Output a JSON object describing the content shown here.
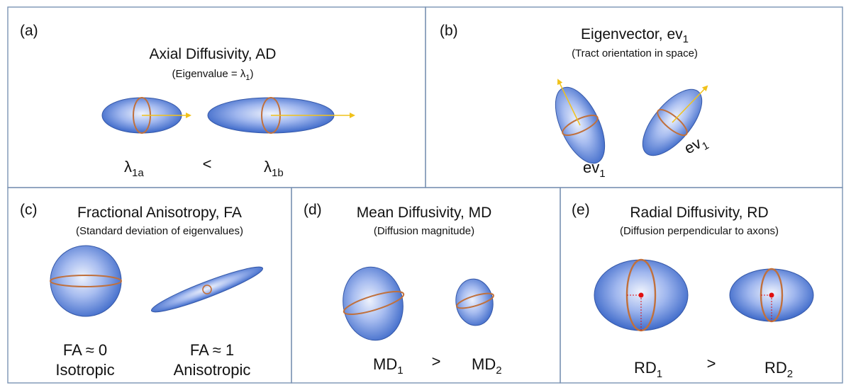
{
  "panels": {
    "a": {
      "tag": "(a)",
      "title": "Axial Diffusivity, AD",
      "subtitle_pre": "(Eigenvalue = λ",
      "subtitle_sub": "1",
      "subtitle_post": ")",
      "left_label_base": "λ",
      "left_label_sub": "1a",
      "operator": "<",
      "right_label_base": "λ",
      "right_label_sub": "1b"
    },
    "b": {
      "tag": "(b)",
      "title_base": "Eigenvector, ev",
      "title_sub": "1",
      "subtitle": "(Tract orientation in space)",
      "label_base": "ev",
      "label_sub": "1",
      "rot_label_base": "ev",
      "rot_label_sub": "1"
    },
    "c": {
      "tag": "(c)",
      "title": "Fractional Anisotropy, FA",
      "subtitle": "(Standard deviation of eigenvalues)",
      "left_value": "FA ≈ 0",
      "left_name": "Isotropic",
      "right_value": "FA ≈ 1",
      "right_name": "Anisotropic"
    },
    "d": {
      "tag": "(d)",
      "title": "Mean Diffusivity, MD",
      "subtitle": "(Diffusion magnitude)",
      "left_label_base": "MD",
      "left_label_sub": "1",
      "operator": ">",
      "right_label_base": "MD",
      "right_label_sub": "2"
    },
    "e": {
      "tag": "(e)",
      "title": "Radial Diffusivity, RD",
      "subtitle": "(Diffusion perpendicular to axons)",
      "left_label_base": "RD",
      "left_label_sub": "1",
      "operator": ">",
      "right_label_base": "RD",
      "right_label_sub": "2"
    }
  },
  "colors": {
    "ellipsoid_light": "#e9eefb",
    "ellipsoid_dark": "#3d69c9",
    "ellipsoid_edge": "#3558a8",
    "ring": "#c0703c",
    "ring_highlight": "#f0b27a",
    "arrow": "#f1c21b",
    "center_dot": "#e01010",
    "border": "#7b93b3"
  },
  "icons": {
    "eigenvector_arrow": "arrow-icon",
    "center_point": "dot-icon"
  }
}
